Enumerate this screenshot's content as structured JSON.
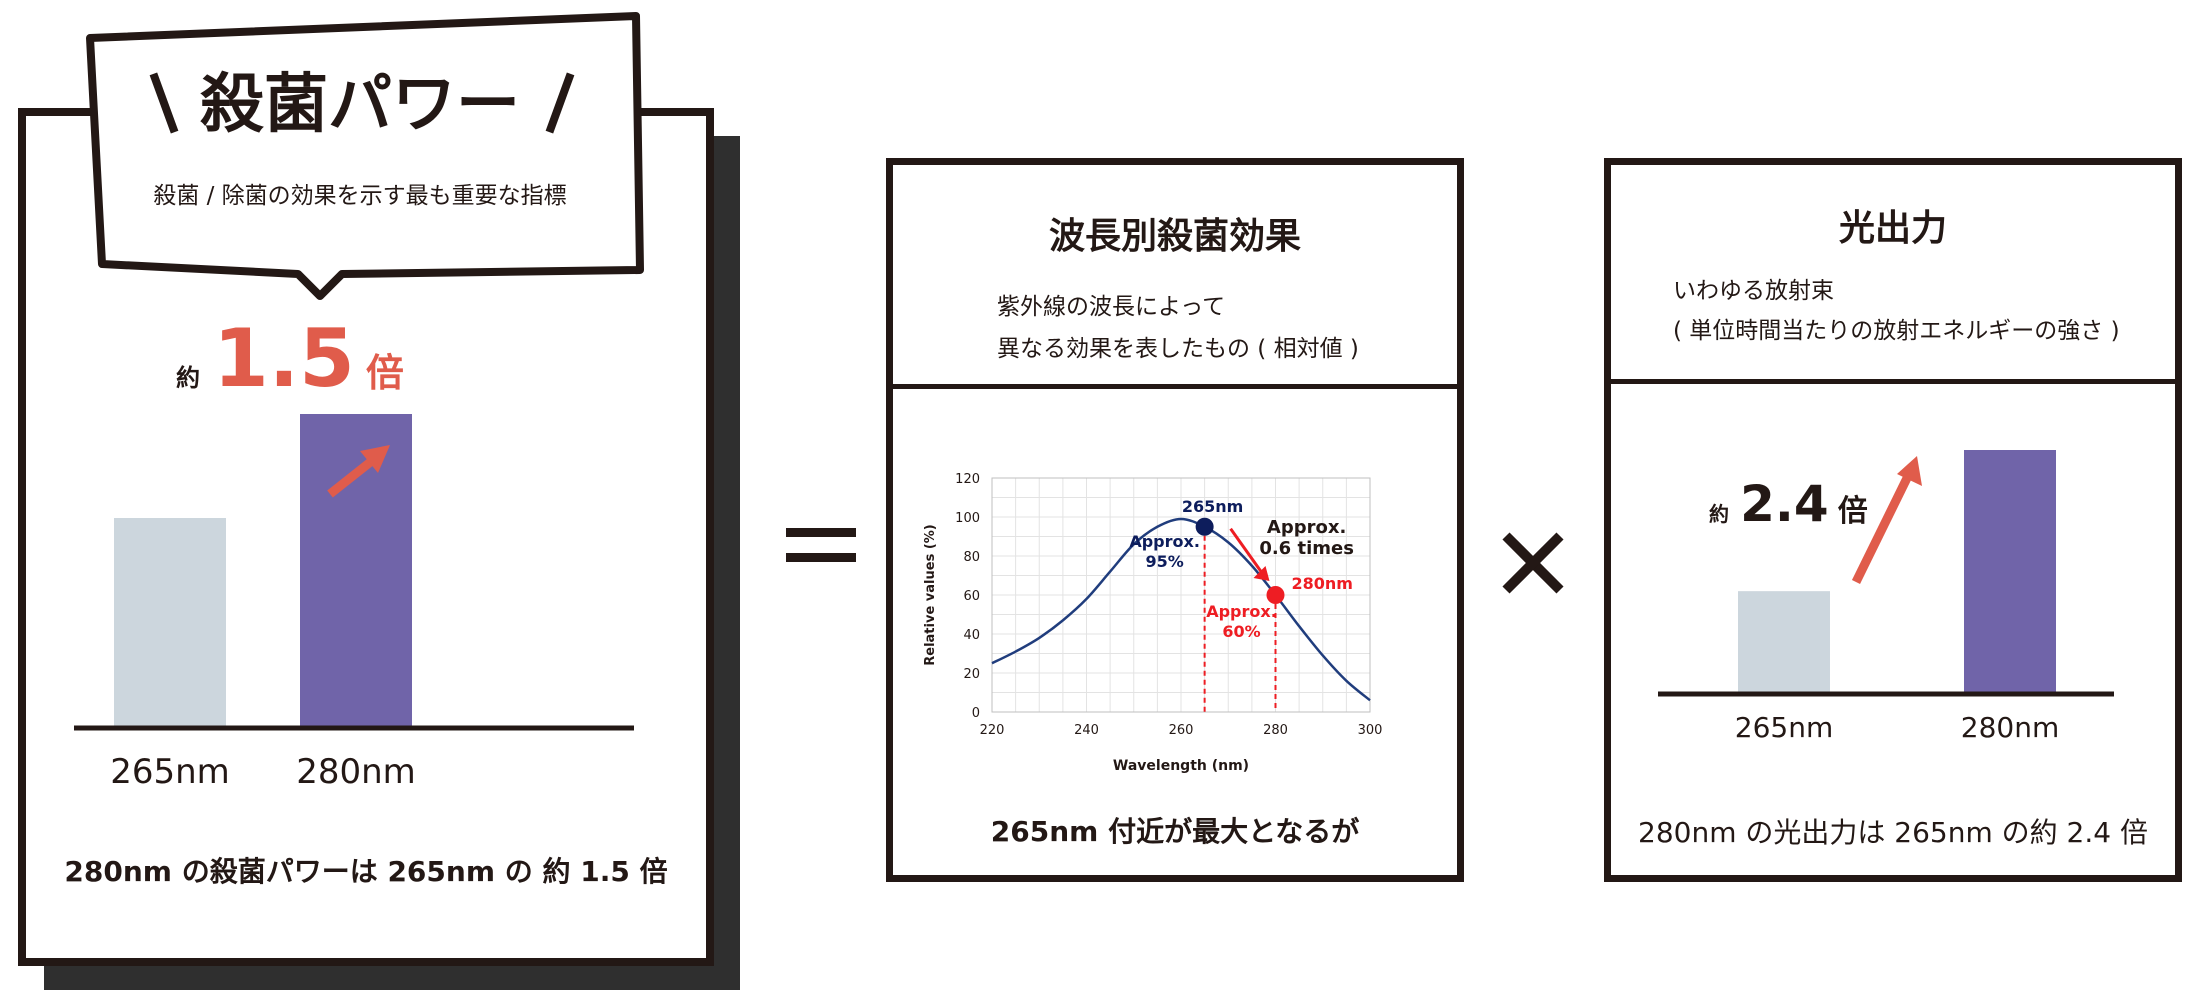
{
  "colors": {
    "ink": "#231815",
    "accent_red": "#e05c4b",
    "bar_light": "#ccd6dd",
    "bar_purple": "#7064a9",
    "curve": "#203d7d",
    "navy": "#0d1d5c",
    "red": "#ee1d23",
    "grid": "#d9d9d9"
  },
  "left_panel": {
    "callout_title": "殺菌パワー",
    "callout_subtitle": "殺菌 / 除菌の効果を示す最も重要な指標",
    "ratio_prefix": "約",
    "ratio_value": "1.5",
    "ratio_suffix": "倍",
    "caption": "280nm の殺菌パワーは 265nm の 約 1.5 倍"
  },
  "equals_symbol": "=",
  "times_symbol": "×",
  "middle_panel": {
    "title": "波長別殺菌効果",
    "desc_line1": "紫外線の波長によって",
    "desc_line2": "異なる効果を表したもの ( 相対値 )",
    "caption": "265nm 付近が最大となるが"
  },
  "right_panel": {
    "title": "光出力",
    "desc_line1": "いわゆる放射束",
    "desc_line2": "( 単位時間当たりの放射エネルギーの強さ )",
    "ratio_prefix": "約",
    "ratio_value": "2.4",
    "ratio_suffix": "倍",
    "caption": "280nm の光出力は 265nm の約 2.4 倍"
  },
  "chart_data": [
    {
      "type": "bar",
      "categories": [
        "265nm",
        "280nm"
      ],
      "values": [
        1.0,
        1.5
      ],
      "ylim": [
        0,
        1.5
      ],
      "annotation": "約 1.5 倍"
    },
    {
      "type": "line",
      "xlabel": "Wavelength (nm)",
      "ylabel": "Relative values (%)",
      "xlim": [
        220,
        300
      ],
      "ylim": [
        0,
        120
      ],
      "xticks": [
        220,
        240,
        260,
        280,
        300
      ],
      "yticks": [
        0,
        20,
        40,
        60,
        80,
        100,
        120
      ],
      "grid": true,
      "series": [
        {
          "x": [
            220,
            225,
            230,
            235,
            240,
            245,
            250,
            255,
            260,
            265,
            270,
            275,
            280,
            285,
            290,
            295,
            300
          ],
          "y": [
            25,
            31,
            38,
            47,
            58,
            72,
            86,
            95,
            99,
            95,
            87,
            75,
            60,
            44,
            29,
            16,
            6
          ]
        }
      ],
      "annotations": [
        {
          "label": "265nm",
          "x": 265,
          "y": 95,
          "note": "Approx.\n95%"
        },
        {
          "label": "280nm",
          "x": 280,
          "y": 60,
          "note": "Approx.\n60%"
        },
        {
          "label": "Approx.\n0.6 times"
        }
      ]
    },
    {
      "type": "bar",
      "categories": [
        "265nm",
        "280nm"
      ],
      "values": [
        1.0,
        2.4
      ],
      "ylim": [
        0,
        2.4
      ],
      "annotation": "約 2.4 倍"
    }
  ]
}
